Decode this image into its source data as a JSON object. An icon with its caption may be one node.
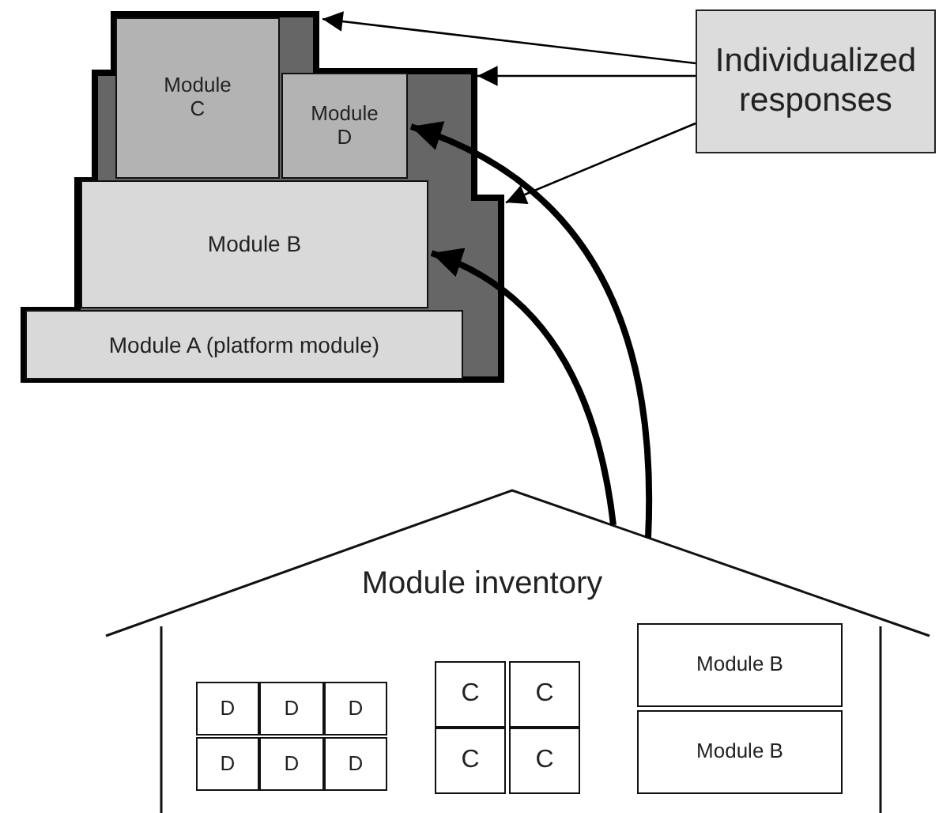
{
  "diagram": {
    "nodes": [
      {
        "text": [],
        "shape": "box"
      },
      {
        "text": [
          "Module C"
        ],
        "in": 0
      },
      {
        "text": [
          "Module D"
        ],
        "in": 0
      },
      {
        "text": [
          "Module B"
        ],
        "in": 0
      },
      {
        "text": [
          "Module A (platform module)"
        ],
        "in": 0
      },
      {
        "text": [
          "Individualized responses"
        ]
      },
      {
        "text": [
          "Module inventory"
        ]
      },
      {
        "text": [
          "D"
        ],
        "in": 6
      },
      {
        "text": [
          "D"
        ],
        "in": 6
      },
      {
        "text": [
          "D"
        ],
        "in": 6
      },
      {
        "text": [
          "D"
        ],
        "in": 6
      },
      {
        "text": [
          "D"
        ],
        "in": 6
      },
      {
        "text": [
          "D"
        ],
        "in": 6
      },
      {
        "text": [
          "C"
        ],
        "in": 6
      },
      {
        "text": [
          "C"
        ],
        "in": 6
      },
      {
        "text": [
          "C"
        ],
        "in": 6
      },
      {
        "text": [
          "C"
        ],
        "in": 6
      },
      {
        "text": [
          "Module B"
        ],
        "in": 6
      },
      {
        "text": [
          "Module B"
        ],
        "in": 6
      }
    ],
    "edges": [
      {
        "from": 5,
        "to": 0,
        "arrow": "to"
      },
      {
        "from": 5,
        "to": 0,
        "arrow": "to"
      },
      {
        "from": 5,
        "to": 0,
        "arrow": "to"
      },
      {
        "from": 6,
        "to": 2,
        "arrow": "to",
        "style": "thick"
      },
      {
        "from": 6,
        "to": 3,
        "arrow": "to",
        "style": "thick"
      }
    ]
  }
}
